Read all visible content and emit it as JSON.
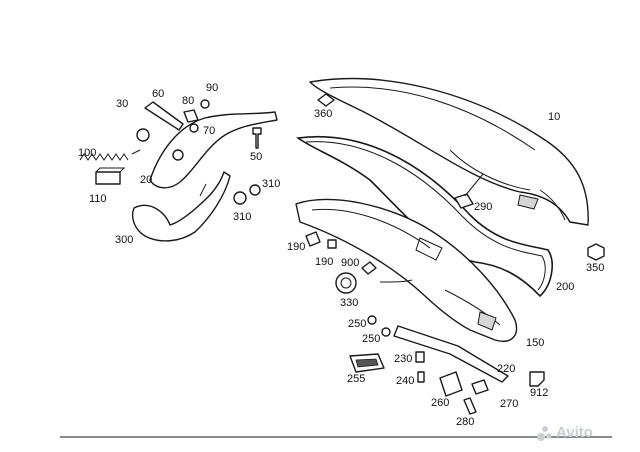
{
  "diagram": {
    "labels": [
      "10",
      "30",
      "60",
      "80",
      "90",
      "70",
      "100",
      "20",
      "110",
      "50",
      "310",
      "310",
      "300",
      "360",
      "290",
      "190",
      "190",
      "900",
      "330",
      "350",
      "200",
      "250",
      "250",
      "150",
      "230",
      "220",
      "255",
      "240",
      "912",
      "260",
      "270",
      "280"
    ]
  },
  "watermark": {
    "text": "Avito"
  },
  "colors": {
    "line": "#1a1a1a",
    "shade": "#d6d6d6",
    "watermark": "#c9cdd4"
  }
}
